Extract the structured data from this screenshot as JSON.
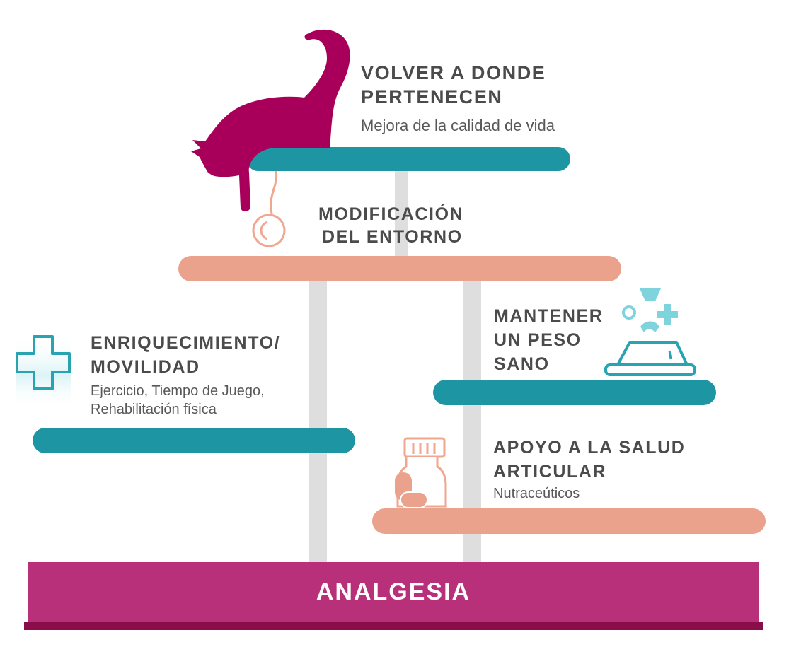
{
  "levels": {
    "top": {
      "title_line1": "VOLVER A DONDE",
      "title_line2": "PERTENECEN",
      "subtitle": "Mejora de la calidad de vida"
    },
    "environment": {
      "title_line1": "MODIFICACIÓN",
      "title_line2": "DEL ENTORNO"
    },
    "enrichment": {
      "title_line1": "ENRIQUECIMIENTO/",
      "title_line2": "MOVILIDAD",
      "subtitle_line1": "Ejercicio, Tiempo de Juego,",
      "subtitle_line2": "Rehabilitación física"
    },
    "weight": {
      "title_line1": "MANTENER",
      "title_line2": "UN PESO",
      "title_line3": "SANO"
    },
    "joint": {
      "title_line1": "APOYO A LA SALUD",
      "title_line2": "ARTICULAR",
      "subtitle": "Nutraceúticos"
    },
    "base": {
      "label": "ANALGESIA"
    }
  },
  "icons": {
    "cat": "cat-silhouette-icon",
    "toy": "hanging-ball-toy-icon",
    "cross": "medical-cross-icon",
    "food": "food-bowl-icon",
    "supplement": "supplement-bottle-icon"
  },
  "colors": {
    "teal": "#1e95a3",
    "salmon": "#eaa28c",
    "magenta": "#b8307a",
    "cat": "#a8005a",
    "text": "#4b4b4b"
  }
}
